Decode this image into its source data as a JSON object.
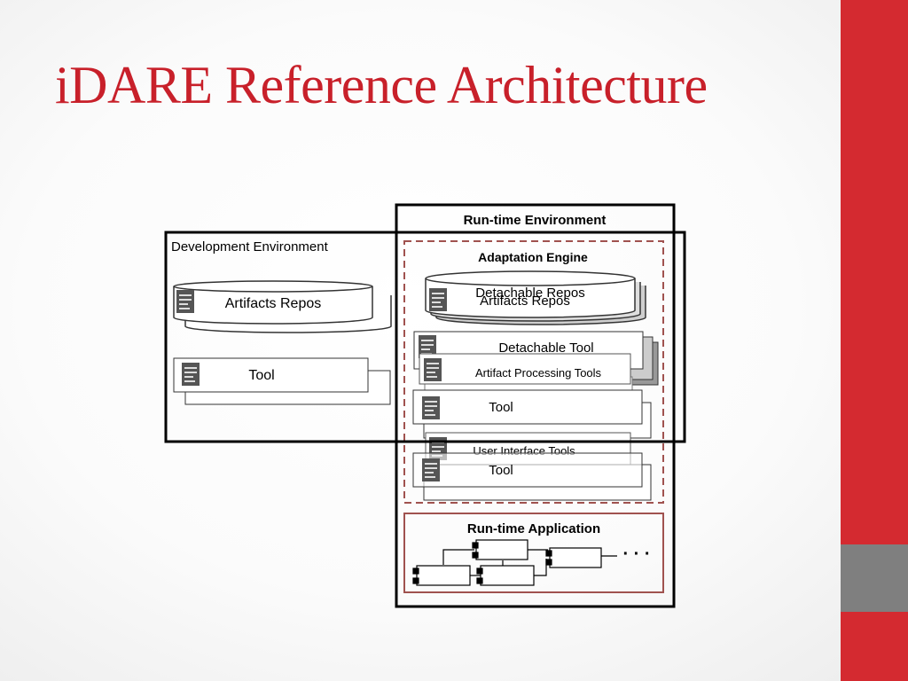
{
  "slide": {
    "title": "iDARE Reference Architecture",
    "accent_color": "#d42a30",
    "side_grey_color": "#7f7f7f"
  },
  "diagram": {
    "runtime_env_title": "Run-time Environment",
    "dev_env_title": "Development Environment",
    "adaptation_engine_title": "Adaptation Engine",
    "dev_artifacts_repos": "Artifacts Repos",
    "dev_tool": "Tool",
    "detachable_repos": "Detachable Repos",
    "engine_artifacts_repos": "Artifacts Repos",
    "detachable_tool": "Detachable Tool",
    "artifact_processing_tools": "Artifact Processing Tools",
    "engine_tool_1": "Tool",
    "user_interface_tools": "User Interface Tools",
    "engine_tool_2": "Tool",
    "runtime_application_title": "Run-time Application",
    "ellipsis": "· · ·"
  }
}
